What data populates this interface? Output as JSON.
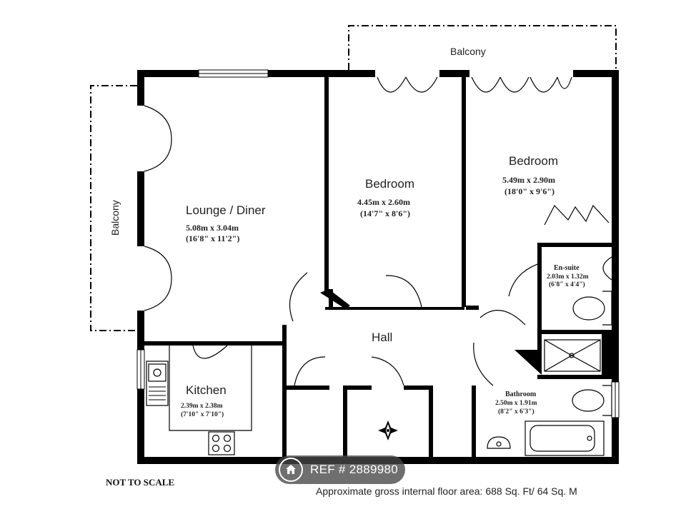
{
  "rooms": {
    "lounge": {
      "name": "Lounge / Diner",
      "dim_m": "5.08m x 3.04m",
      "dim_ft": "(16'8\" x 11'2\")"
    },
    "bedroom1": {
      "name": "Bedroom",
      "dim_m": "4.45m x 2.60m",
      "dim_ft": "(14'7\" x 8'6\")"
    },
    "bedroom2": {
      "name": "Bedroom",
      "dim_m": "5.49m x 2.90m",
      "dim_ft": "(18'0\" x 9'6\")"
    },
    "ensuite": {
      "name": "En-suite",
      "dim_m": "2.03m x 1.32m",
      "dim_ft": "(6'8\" x 4'4\")"
    },
    "kitchen": {
      "name": "Kitchen",
      "dim_m": "2.39m x 2.38m",
      "dim_ft": "(7'10\" x 7'10\")"
    },
    "hall": {
      "name": "Hall"
    },
    "bathroom": {
      "name": "Bathroom",
      "dim_m": "2.50m x 1.91m",
      "dim_ft": "(8'2\" x 6'3\")"
    }
  },
  "balconies": {
    "top": "Balcony",
    "left": "Balcony"
  },
  "footer": {
    "not_to_scale": "NOT TO SCALE",
    "area_note": "Approximate gross internal floor area: 688 Sq. Ft/ 64 Sq. M"
  },
  "badge": {
    "ref_text": "REF # 2889980",
    "icon": "home-icon"
  },
  "colors": {
    "wall": "#000000",
    "badge_bg": "#464646"
  }
}
